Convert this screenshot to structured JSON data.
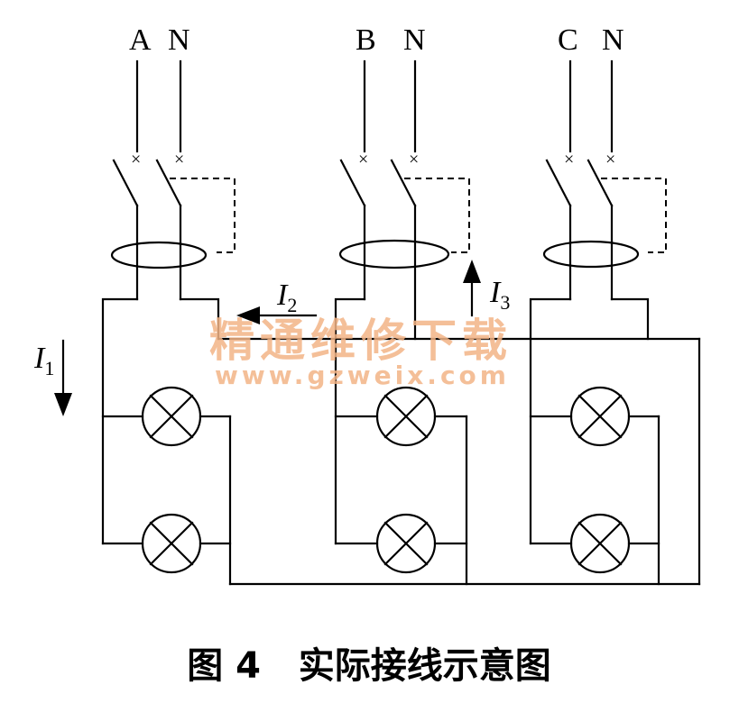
{
  "terminals": {
    "phase_a": "A",
    "neutral_a": "N",
    "phase_b": "B",
    "neutral_b": "N",
    "phase_c": "C",
    "neutral_c": "N"
  },
  "currents": {
    "i1_letter": "I",
    "i1_sub": "1",
    "i2_letter": "I",
    "i2_sub": "2",
    "i3_letter": "I",
    "i3_sub": "3"
  },
  "watermark": {
    "line1": "精通维修下载",
    "line2": "www.gzweix.com"
  },
  "caption": "图 4   实际接线示意图"
}
